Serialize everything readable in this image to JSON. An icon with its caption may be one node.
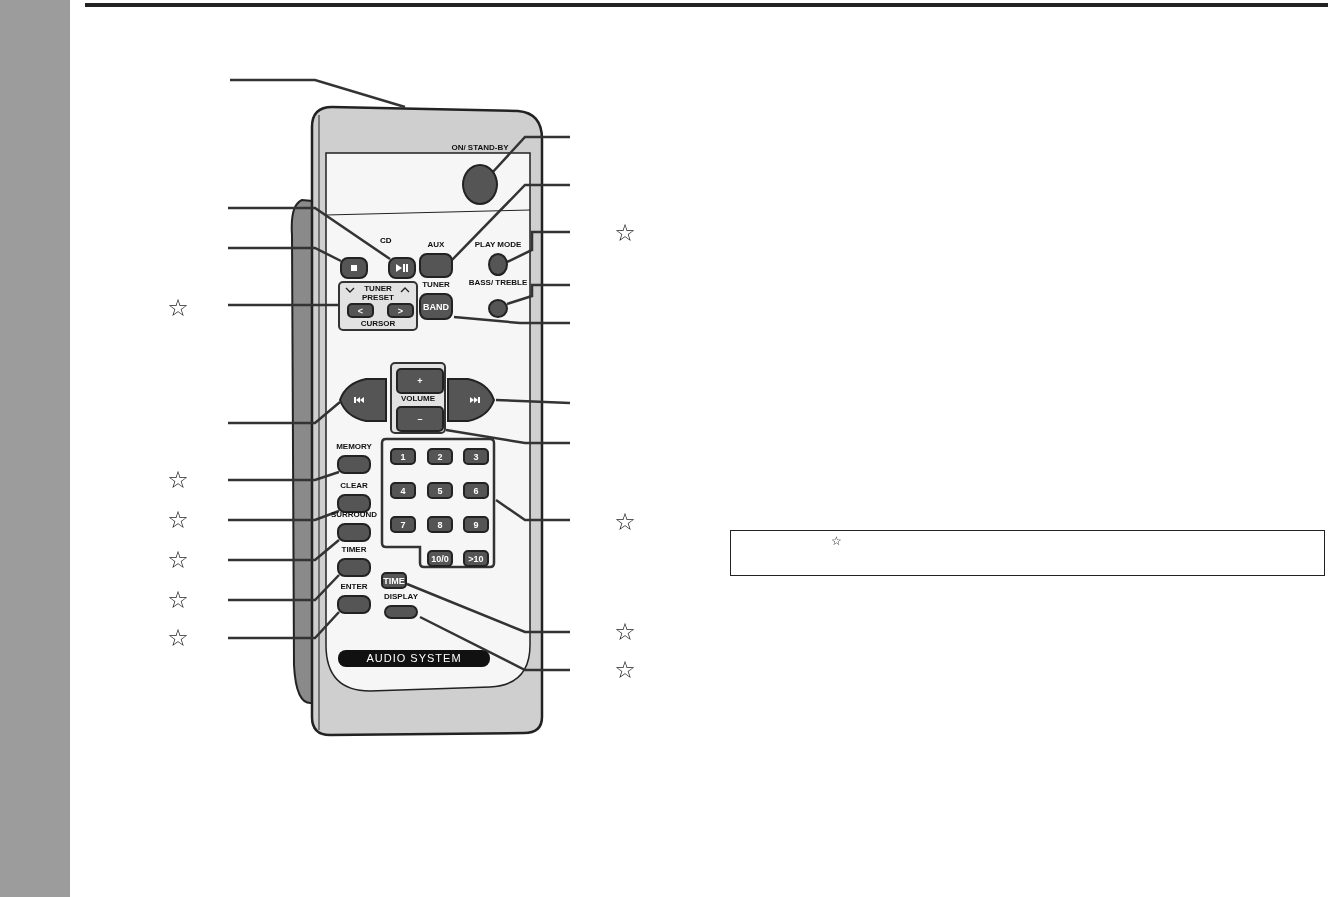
{
  "diagram": {
    "nodes": [
      {
        "text": [],
        "shape": "box"
      },
      {
        "text": [],
        "shape": "box",
        "in": 0
      },
      {
        "text": [],
        "shape": "box",
        "in": 0
      },
      {
        "text": [
          "TUNER PRESET",
          "CURSOR"
        ],
        "in": 0
      },
      {
        "text": [
          "<"
        ],
        "in": 3
      },
      {
        "text": [
          ">"
        ],
        "in": 3
      },
      {
        "text": [
          "ON/ STAND-BY"
        ],
        "in": 0
      },
      {
        "text": [
          "AUX"
        ],
        "in": 0
      },
      {
        "text": [
          "PLAY MODE"
        ],
        "in": 0
      },
      {
        "text": [
          "BASS/ TREBLE"
        ],
        "in": 0
      },
      {
        "text": [
          "TUNER",
          "BAND"
        ],
        "in": 0
      },
      {
        "text": [],
        "shape": "box",
        "in": 0
      },
      {
        "text": [
          "VOLUME"
        ],
        "in": 0
      },
      {
        "text": [
          "+"
        ],
        "in": 12
      },
      {
        "text": [
          "–"
        ],
        "in": 12
      },
      {
        "text": [],
        "shape": "box",
        "in": 0
      },
      {
        "text": [],
        "shape": "box",
        "in": 0
      },
      {
        "text": [
          "1"
        ],
        "in": 16
      },
      {
        "text": [
          "2"
        ],
        "in": 16
      },
      {
        "text": [
          "3"
        ],
        "in": 16
      },
      {
        "text": [
          "4"
        ],
        "in": 16
      },
      {
        "text": [
          "5"
        ],
        "in": 16
      },
      {
        "text": [
          "6"
        ],
        "in": 16
      },
      {
        "text": [
          "7"
        ],
        "in": 16
      },
      {
        "text": [
          "8"
        ],
        "in": 16
      },
      {
        "text": [
          "9"
        ],
        "in": 16
      },
      {
        "text": [
          "10/0"
        ],
        "in": 16
      },
      {
        "text": [
          ">10"
        ],
        "in": 16
      },
      {
        "text": [
          "MEMORY"
        ],
        "in": 0
      },
      {
        "text": [
          "CLEAR"
        ],
        "in": 0
      },
      {
        "text": [
          "SURROUND"
        ],
        "in": 0
      },
      {
        "text": [
          "TIMER"
        ],
        "in": 0
      },
      {
        "text": [
          "ENTER"
        ],
        "in": 0
      },
      {
        "text": [
          "TIME"
        ],
        "in": 0
      },
      {
        "text": [
          "DISPLAY"
        ],
        "in": 0
      },
      {
        "text": [
          "☆"
        ]
      },
      {
        "text": [],
        "shape": "bar"
      }
    ],
    "edges": [
      {
        "from": null,
        "to": 0,
        "arrow": "none"
      },
      {
        "from": null,
        "to": 2,
        "arrow": "none"
      },
      {
        "from": null,
        "to": 1,
        "arrow": "none"
      },
      {
        "from": null,
        "to": 3,
        "arrow": "none"
      },
      {
        "from": null,
        "to": 11,
        "arrow": "none"
      },
      {
        "from": null,
        "to": 28,
        "arrow": "none"
      },
      {
        "from": null,
        "to": 29,
        "arrow": "none"
      },
      {
        "from": null,
        "to": 30,
        "arrow": "none"
      },
      {
        "from": null,
        "to": 31,
        "arrow": "none"
      },
      {
        "from": null,
        "to": 32,
        "arrow": "none"
      },
      {
        "from": null,
        "to": 6,
        "arrow": "none"
      },
      {
        "from": null,
        "to": 7,
        "arrow": "none"
      },
      {
        "from": null,
        "to": 8,
        "arrow": "none"
      },
      {
        "from": null,
        "to": 9,
        "arrow": "none"
      },
      {
        "from": null,
        "to": 10,
        "arrow": "none"
      },
      {
        "from": null,
        "to": 15,
        "arrow": "none"
      },
      {
        "from": null,
        "to": 12,
        "arrow": "none"
      },
      {
        "from": null,
        "to": 16,
        "arrow": "none"
      },
      {
        "from": null,
        "to": 33,
        "arrow": "none"
      },
      {
        "from": null,
        "to": 34,
        "arrow": "none"
      }
    ],
    "labels": [
      "CD",
      "AUDIO SYSTEM",
      "☆",
      "☆",
      "☆",
      "☆",
      "☆",
      "☆",
      "☆",
      "☆",
      "☆",
      "☆"
    ]
  }
}
